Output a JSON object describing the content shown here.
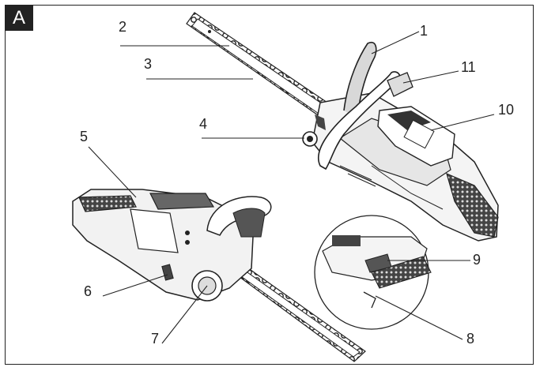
{
  "panel": {
    "label": "A"
  },
  "callouts": [
    {
      "id": "1",
      "text": "1"
    },
    {
      "id": "2",
      "text": "2"
    },
    {
      "id": "3",
      "text": "3"
    },
    {
      "id": "4",
      "text": "4"
    },
    {
      "id": "5",
      "text": "5"
    },
    {
      "id": "6",
      "text": "6"
    },
    {
      "id": "7",
      "text": "7"
    },
    {
      "id": "8",
      "text": "8"
    },
    {
      "id": "9",
      "text": "9"
    },
    {
      "id": "10",
      "text": "10"
    },
    {
      "id": "11",
      "text": "11"
    }
  ]
}
